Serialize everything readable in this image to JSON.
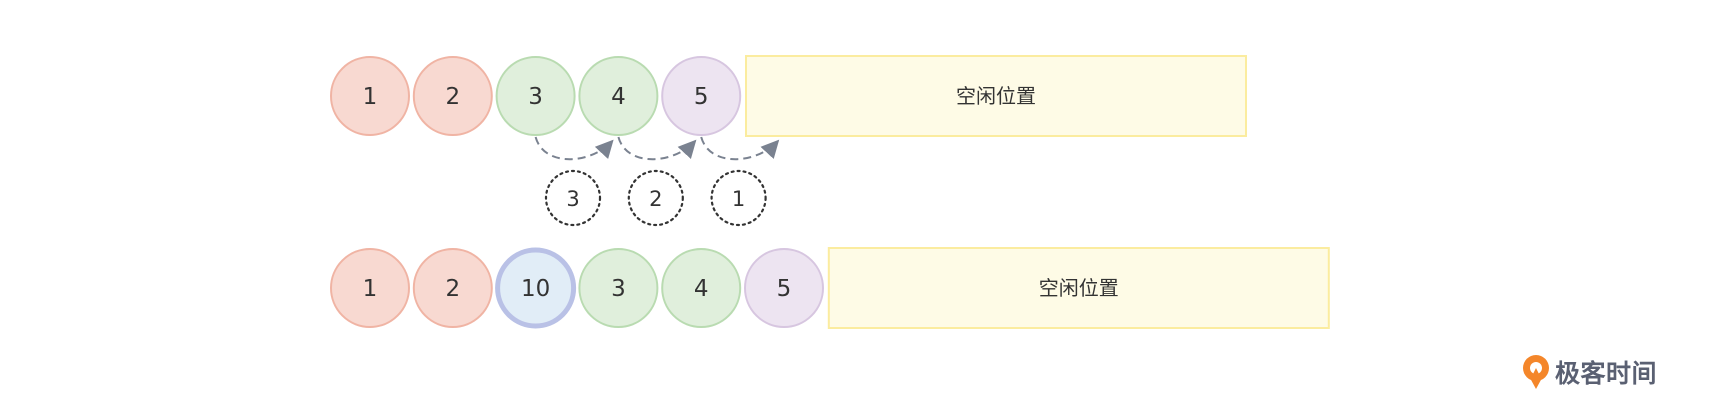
{
  "colors": {
    "pink_fill": "#f8d9d1",
    "pink_stroke": "#f0b4a4",
    "green_fill": "#e0efdc",
    "green_stroke": "#b9dbb1",
    "purple_fill": "#ede4f1",
    "purple_stroke": "#d7c6e0",
    "blue_fill": "#e1edf7",
    "blue_stroke": "#b9c1e6",
    "free_fill": "#fefbe6",
    "free_stroke": "#fbec9f",
    "arrow": "#7a8290",
    "text": "#333333"
  },
  "top_row": {
    "cells": [
      {
        "label": "1",
        "color": "pink"
      },
      {
        "label": "2",
        "color": "pink"
      },
      {
        "label": "3",
        "color": "green"
      },
      {
        "label": "4",
        "color": "green"
      },
      {
        "label": "5",
        "color": "purple"
      }
    ],
    "free_label": "空闲位置"
  },
  "moves": [
    {
      "step": "3",
      "from": 3,
      "to": 4
    },
    {
      "step": "2",
      "from": 4,
      "to": 5
    },
    {
      "step": "1",
      "from": 5,
      "to": 6
    }
  ],
  "bottom_row": {
    "cells": [
      {
        "label": "1",
        "color": "pink"
      },
      {
        "label": "2",
        "color": "pink"
      },
      {
        "label": "10",
        "color": "blue",
        "inserted": true
      },
      {
        "label": "3",
        "color": "green"
      },
      {
        "label": "4",
        "color": "green"
      },
      {
        "label": "5",
        "color": "purple"
      }
    ],
    "free_label": "空闲位置"
  },
  "logo": {
    "text": "极客时间",
    "icon": "geektime-logo-icon"
  }
}
